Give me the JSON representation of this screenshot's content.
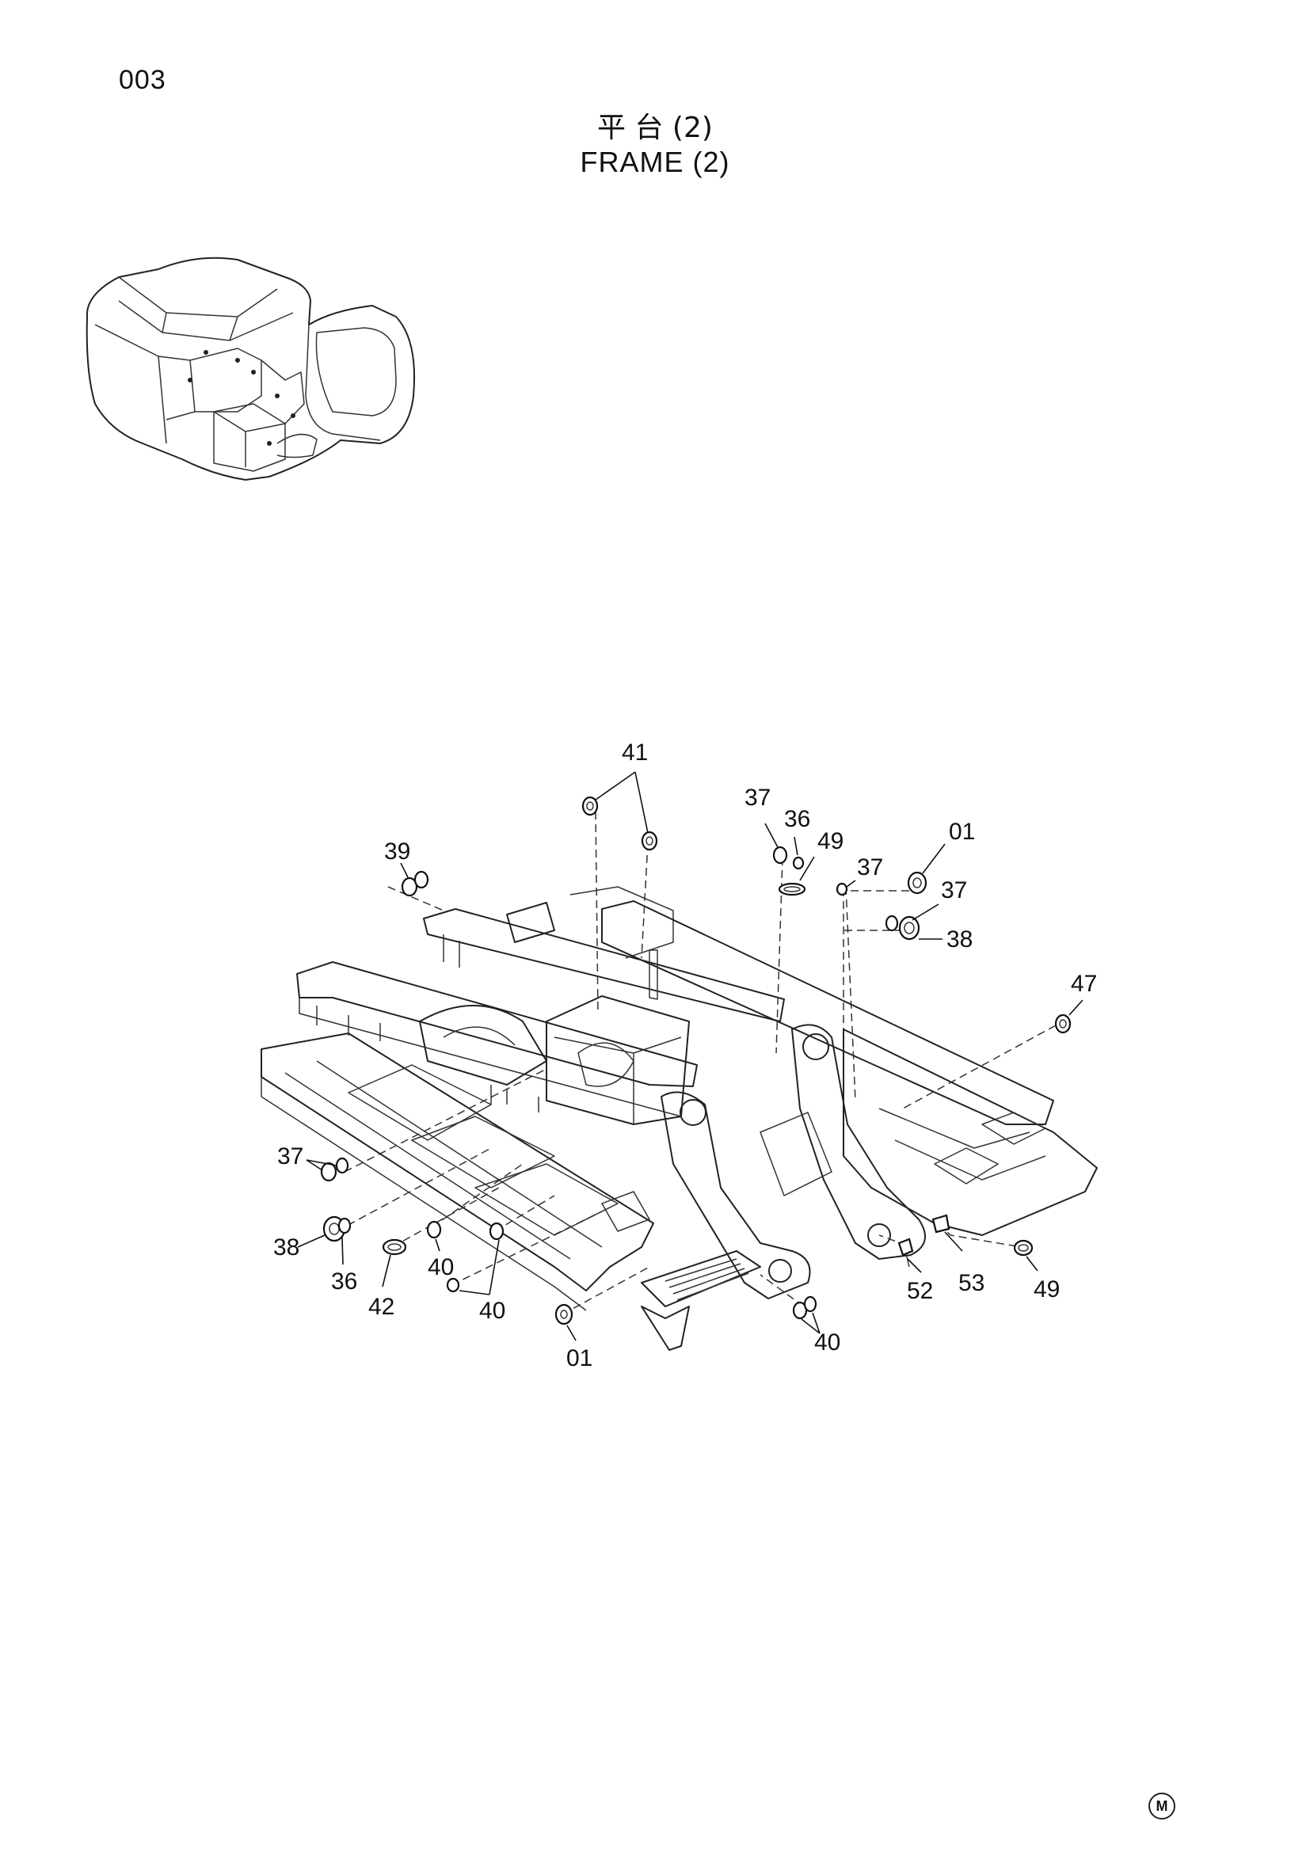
{
  "page": {
    "number": "003",
    "title_cn": "平 台 (2)",
    "title_en": "FRAME (2)",
    "corner_mark": "M"
  },
  "diagram": {
    "callouts": [
      {
        "label": "41"
      },
      {
        "label": "37"
      },
      {
        "label": "36"
      },
      {
        "label": "49"
      },
      {
        "label": "37"
      },
      {
        "label": "01"
      },
      {
        "label": "37"
      },
      {
        "label": "38"
      },
      {
        "label": "39"
      },
      {
        "label": "47"
      },
      {
        "label": "37"
      },
      {
        "label": "38"
      },
      {
        "label": "36"
      },
      {
        "label": "42"
      },
      {
        "label": "40"
      },
      {
        "label": "40"
      },
      {
        "label": "01"
      },
      {
        "label": "40"
      },
      {
        "label": "52"
      },
      {
        "label": "53"
      },
      {
        "label": "49"
      }
    ]
  }
}
